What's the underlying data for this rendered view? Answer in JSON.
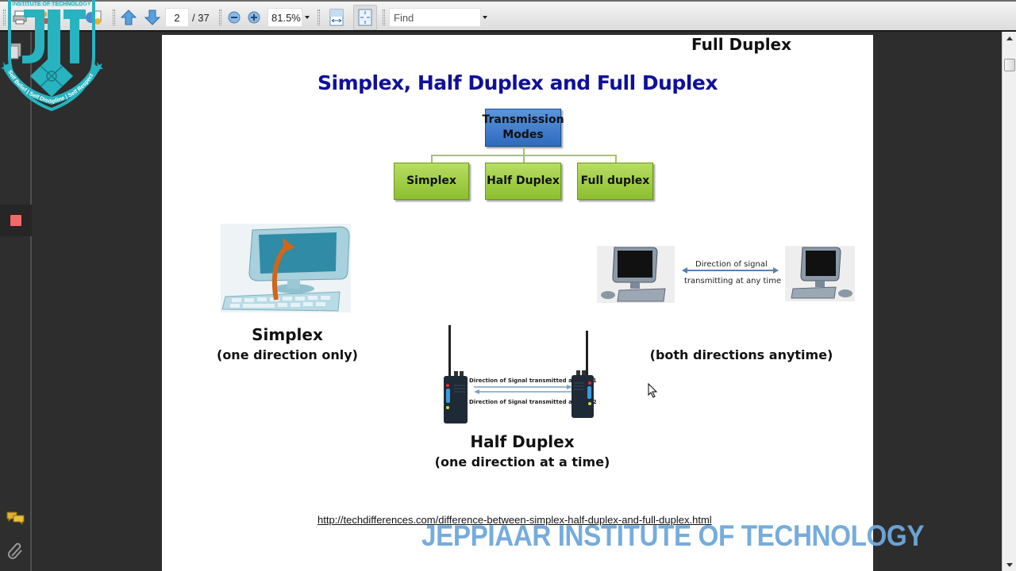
{
  "toolbar": {
    "page_current": "2",
    "page_total": "/ 37",
    "zoom_level": "81.5%",
    "find_placeholder": "Find",
    "buttons": {
      "print": "print-icon",
      "share": "share-icon",
      "email": "email-icon",
      "prev_page": "arrow-up-icon",
      "next_page": "arrow-down-icon",
      "zoom_out": "zoom-out-icon",
      "zoom_in": "zoom-in-icon",
      "fit_width": "fit-width-icon",
      "fit_page": "fit-page-icon"
    }
  },
  "logo": {
    "top_text": "INSTITUTE OF TECHNOLOGY",
    "letters": "JIT",
    "motto": "Self Belief | Self Discipline | Self Respect"
  },
  "left_rail": {
    "items": [
      "pages-icon",
      "bookmark-icon",
      "comments-icon",
      "attachment-icon"
    ]
  },
  "slide": {
    "title": "Simplex, Half Duplex and Full Duplex",
    "tree": {
      "root": "Transmission Modes",
      "root_line1": "Transmission",
      "root_line2": "Modes",
      "children": [
        "Simplex",
        "Half Duplex",
        "Full duplex"
      ]
    },
    "simplex": {
      "title": "Simplex",
      "subtitle": "(one direction only)"
    },
    "half_duplex": {
      "title": "Half Duplex",
      "subtitle": "(one direction at a time)",
      "caption_1": "Direction of Signal transmitted at time 1",
      "caption_2": "Direction of  Signal transmitted at time 2"
    },
    "full_duplex": {
      "title": "Full Duplex",
      "subtitle": "(both directions anytime)",
      "caption_line1": "Direction of signal",
      "caption_line2": "transmitting at any time"
    },
    "source_url": "http://techdifferences.com/difference-between-simplex-half-duplex-and-full-duplex.html"
  },
  "watermark": "JEPPIAAR INSTITUTE OF TECHNOLOGY",
  "colors": {
    "title_blue": "#10109a",
    "root_box": "#3b7ccc",
    "leaf_box": "#9dcb3e",
    "watermark": "#6fa8dc",
    "logo_teal": "#27b3bf",
    "rail_marker": "#f06a6a"
  }
}
